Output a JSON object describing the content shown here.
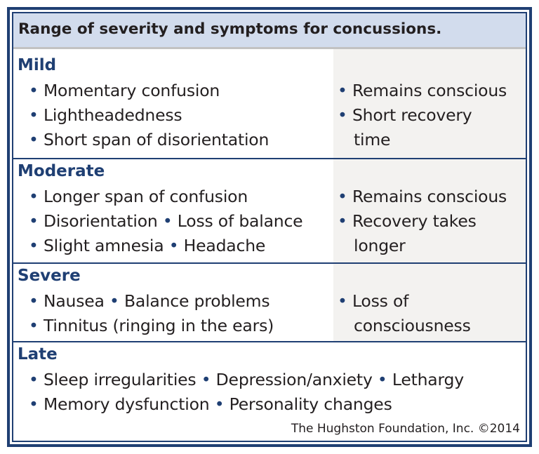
{
  "title": "Range of severity and symptoms for concussions.",
  "bullet": "•",
  "sections": [
    {
      "heading": "Mild",
      "left_lines": [
        "• Momentary confusion",
        "• Lightheadedness",
        "• Short span of disorientation"
      ],
      "right_lines": [
        "• Remains conscious",
        "• Short recovery",
        "time"
      ]
    },
    {
      "heading": "Moderate",
      "left_lines": [
        "• Longer span of confusion",
        "• Disorientation • Loss of balance",
        "• Slight amnesia • Headache"
      ],
      "right_lines": [
        "• Remains conscious",
        "• Recovery takes",
        "longer"
      ]
    },
    {
      "heading": "Severe",
      "left_lines": [
        "• Nausea • Balance problems",
        "• Tinnitus (ringing in the ears)"
      ],
      "right_lines": [
        "• Loss of",
        "consciousness"
      ]
    },
    {
      "heading": "Late",
      "left_lines": [
        "• Sleep irregularities • Depression/anxiety • Lethargy",
        "• Memory dysfunction • Personality changes"
      ],
      "right_lines": []
    }
  ],
  "credit": "The Hughston Foundation, Inc. ©2014",
  "colors": {
    "border": "#1f3f73",
    "heading": "#1f3f73",
    "title_bar": "#d2dced",
    "right_column": "#f3f2f0",
    "text": "#231f20"
  }
}
